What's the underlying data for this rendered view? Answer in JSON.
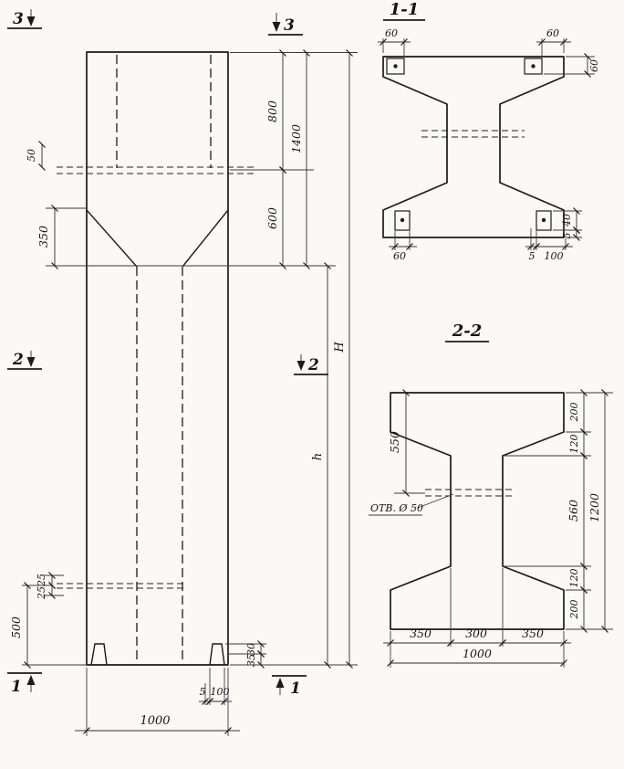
{
  "sheet": {
    "background": "#faf9f5",
    "ink": "#1b1b1b"
  },
  "elevation": {
    "markers": {
      "top_left": "3",
      "top_right": "3",
      "mid_left": "2",
      "mid_right": "2",
      "bottom_left": "1",
      "bottom_right": "1"
    },
    "dims": {
      "console_plate": "50",
      "taper_offset": "350",
      "socket_depth": "800",
      "head_height": "1400",
      "transition_height": "600",
      "overall_height": "H",
      "shaft_height": "h",
      "slot_above": "25",
      "slot_below": "25",
      "base_zone": "500",
      "foot_upper": "30",
      "foot_lower": "35",
      "foot_gap": "5",
      "foot_width": "100",
      "column_width": "1000"
    }
  },
  "section_1_1": {
    "title": "1-1",
    "dims": {
      "plate_offset_left": "60",
      "plate_offset_right": "60",
      "plate_edge": "60",
      "bottom_plate_width": "60",
      "bottom_gap": "5",
      "bottom_plate": "100",
      "side_plate_height": "40",
      "side_gap": "5"
    }
  },
  "section_2_2": {
    "title": "2-2",
    "hole_label": "ОТВ. Ø 50",
    "dims": {
      "top_to_hole": "550",
      "flange_top": "200",
      "haunch_top": "120",
      "web_height": "560",
      "haunch_bottom": "120",
      "flange_bottom": "200",
      "section_height": "1200",
      "seg_left": "350",
      "seg_middle": "300",
      "seg_right": "350",
      "section_width": "1000"
    }
  }
}
